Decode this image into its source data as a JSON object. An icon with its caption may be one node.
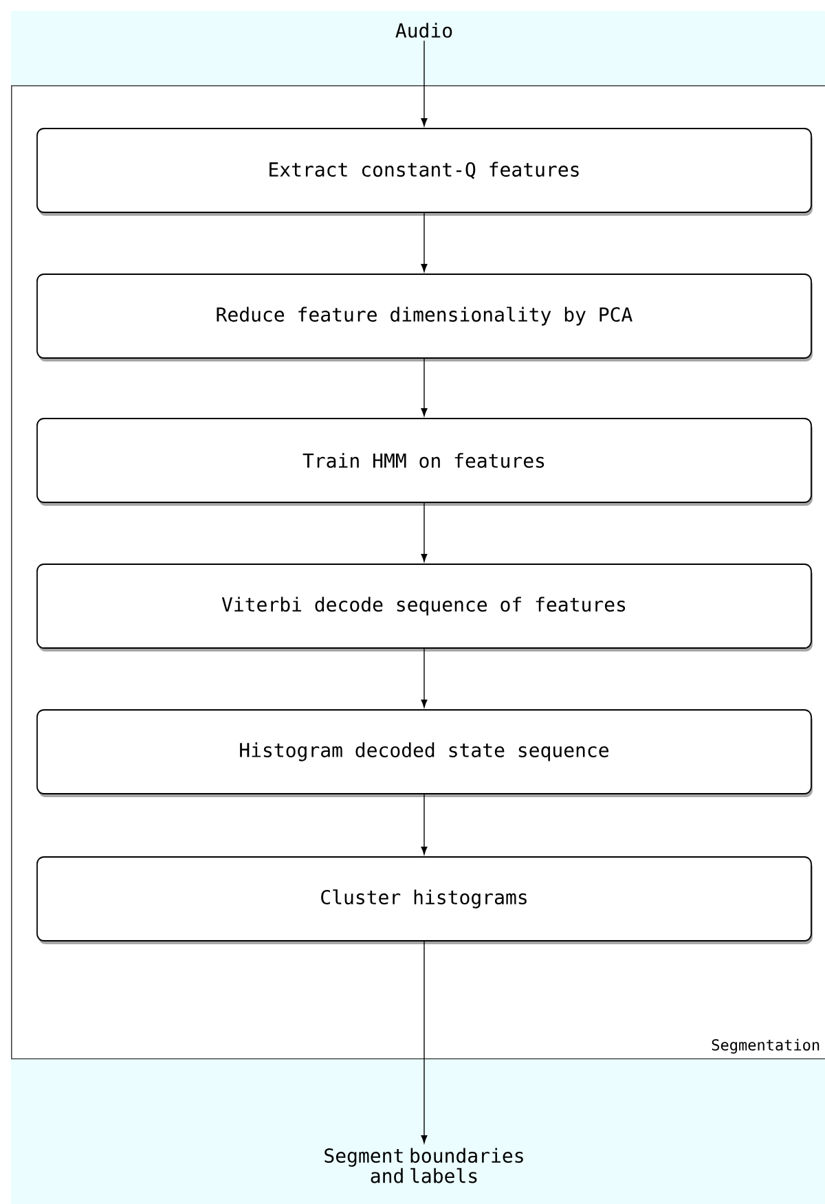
{
  "diagram": {
    "nodes": [
      {
        "text": [
          "Audio"
        ]
      },
      {
        "text": [
          "Segmentation"
        ]
      },
      {
        "text": [
          "Extract constant-Q features"
        ],
        "in": 1
      },
      {
        "text": [
          "Reduce feature dimensionality by PCA"
        ],
        "in": 1
      },
      {
        "text": [
          "Train HMM on features"
        ],
        "in": 1
      },
      {
        "text": [
          "Viterbi decode sequence of features"
        ],
        "in": 1
      },
      {
        "text": [
          "Histogram decoded state sequence"
        ],
        "in": 1
      },
      {
        "text": [
          "Cluster histograms"
        ],
        "in": 1
      },
      {
        "text": [
          "Segment boundaries and labels"
        ]
      }
    ],
    "edges": [
      {
        "from": 0,
        "to": 2,
        "arrow": "to"
      },
      {
        "from": 2,
        "to": 3,
        "arrow": "to"
      },
      {
        "from": 3,
        "to": 4,
        "arrow": "to"
      },
      {
        "from": 4,
        "to": 5,
        "arrow": "to"
      },
      {
        "from": 5,
        "to": 6,
        "arrow": "to"
      },
      {
        "from": 6,
        "to": 7,
        "arrow": "to"
      },
      {
        "from": 7,
        "to": 8,
        "arrow": "to"
      }
    ]
  }
}
